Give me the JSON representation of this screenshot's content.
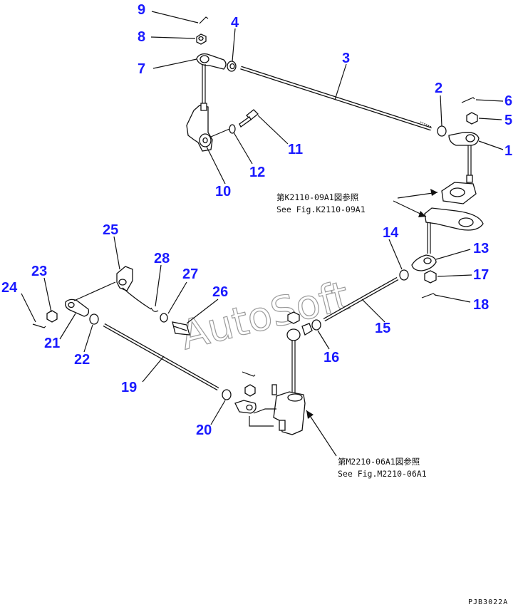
{
  "callouts": [
    "1",
    "2",
    "3",
    "4",
    "5",
    "6",
    "7",
    "8",
    "9",
    "10",
    "11",
    "12",
    "13",
    "14",
    "15",
    "16",
    "17",
    "18",
    "19",
    "20",
    "21",
    "22",
    "23",
    "24",
    "25",
    "26",
    "27",
    "28"
  ],
  "references": {
    "upper_jp": "第K2110-09A1図参照",
    "upper_en": "See Fig.K2110-09A1",
    "lower_jp": "第M2210-06A1図参照",
    "lower_en": "See Fig.M2210-06A1"
  },
  "watermark": "AutoSoft",
  "drawing_code": "PJB3022A",
  "colors": {
    "callout": "#1a1aff",
    "line": "#111111",
    "watermark": "#9a9a9a"
  }
}
